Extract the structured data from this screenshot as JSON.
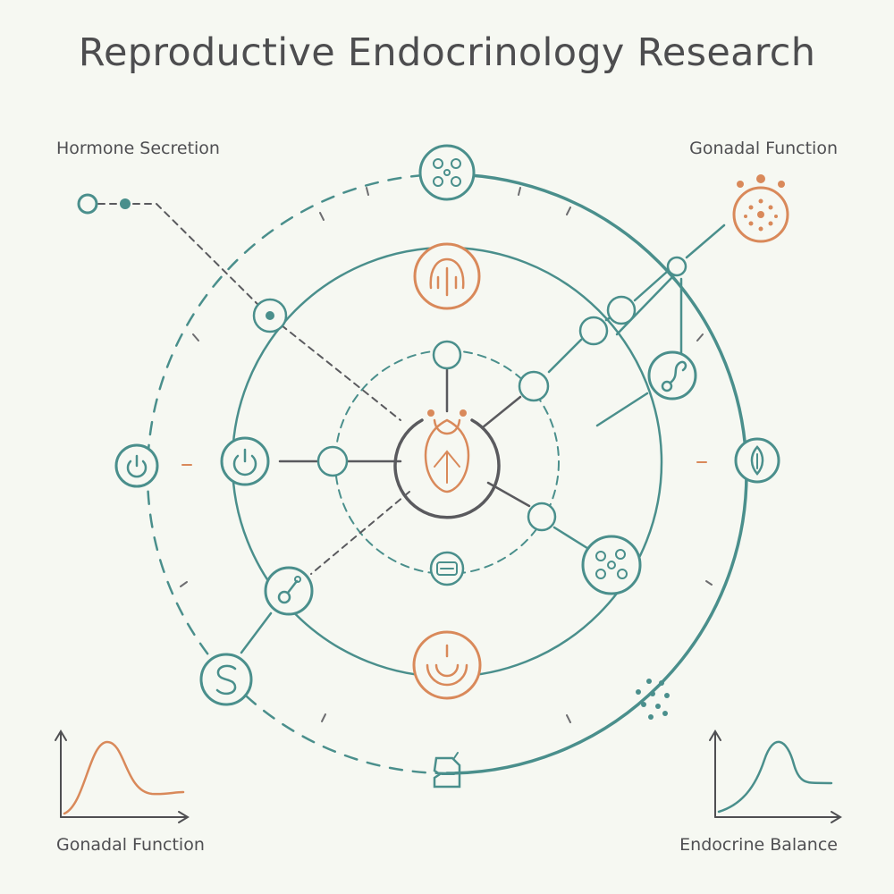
{
  "title": "Reproductive Endocrinology Research",
  "labels": {
    "top_left": "Hormone Secretion",
    "top_right": "Gonadal Function",
    "bottom_left": "Gonadal Function",
    "bottom_right": "Endocrine Balance"
  },
  "colors": {
    "teal": "#4a8f8c",
    "orange": "#d9895a",
    "gray": "#5a5a5e",
    "text": "#4d4d4f"
  },
  "icons": {
    "center": "pituitary-gland-icon",
    "top_outer": "cell-cluster-icon",
    "top_inner": "uterus-icon",
    "bottom_inner": "smile-icon",
    "left_outer": "power-icon",
    "left_inner": "power-icon",
    "right_outer": "leaf-drop-icon",
    "right_mid": "sperm-icon",
    "lower_right": "cell-cluster-icon",
    "lower_left": "sperm-icon",
    "bottom_left_outer": "s-curve-icon",
    "bottom_outer": "bottle-icon",
    "mid_bottom": "pill-icon",
    "follicle": "follicle-icon"
  }
}
